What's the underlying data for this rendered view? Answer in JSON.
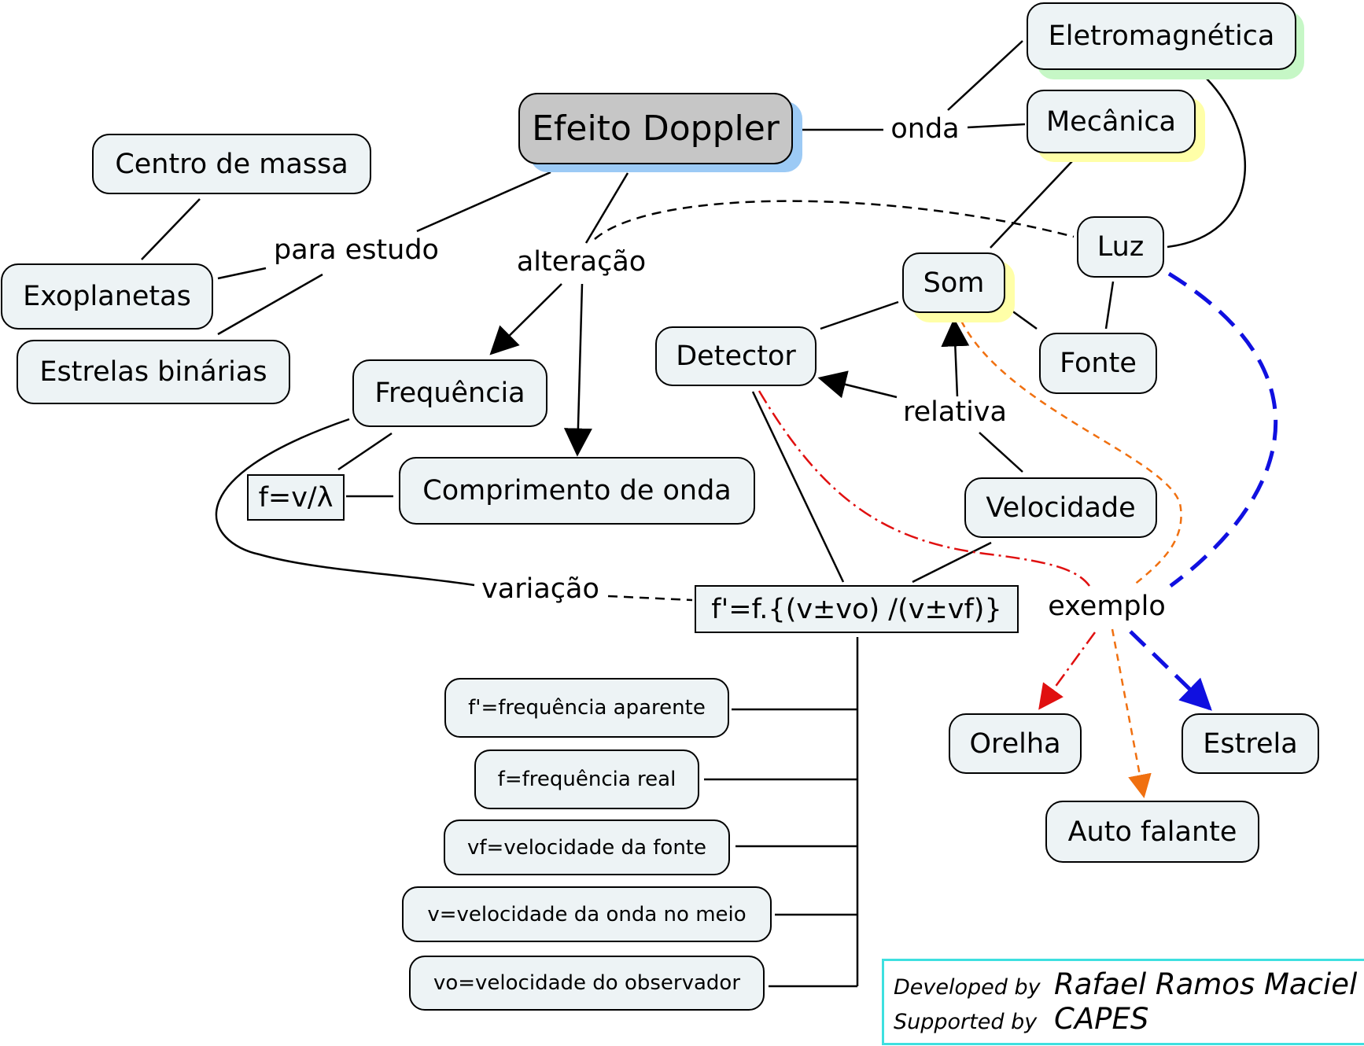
{
  "nodes": {
    "efeito_doppler": "Efeito Doppler",
    "eletromagnetica": "Eletromagnética",
    "mecanica": "Mecânica",
    "centro_de_massa": "Centro de massa",
    "exoplanetas": "Exoplanetas",
    "estrelas_binarias": "Estrelas binárias",
    "frequencia": "Frequência",
    "f_v_lambda": "f=v/λ",
    "comprimento_de_onda": "Comprimento de onda",
    "som": "Som",
    "luz": "Luz",
    "detector": "Detector",
    "fonte": "Fonte",
    "velocidade": "Velocidade",
    "formula": "f'=f.{(v±vo) /(v±vf)}",
    "orelha": "Orelha",
    "estrela": "Estrela",
    "auto_falante": "Auto falante",
    "def_f_aparente": "f'=frequência aparente",
    "def_f_real": "f=frequência real",
    "def_vf": "vf=velocidade da fonte",
    "def_v": "v=velocidade da onda no meio",
    "def_vo": "vo=velocidade do observador"
  },
  "links": {
    "onda": "onda",
    "para_estudo": "para estudo",
    "alteracao": "alteração",
    "relativa": "relativa",
    "variacao": "variação",
    "exemplo": "exemplo"
  },
  "credits": {
    "developed_label": "Developed by",
    "developed_name": "Rafael Ramos Maciel",
    "supported_label": "Supported by",
    "supported_name": "CAPES"
  },
  "colors": {
    "node_fill": "#edf3f5",
    "main_fill": "#c6c6c6",
    "shadow_blue": "#9ccaf5",
    "shadow_green": "#c6f7c6",
    "shadow_yellow": "#ffffa8",
    "arrow_red": "#e01010",
    "arrow_orange": "#f07010",
    "arrow_blue": "#1010e0",
    "credits_border": "#3ee0e0"
  }
}
